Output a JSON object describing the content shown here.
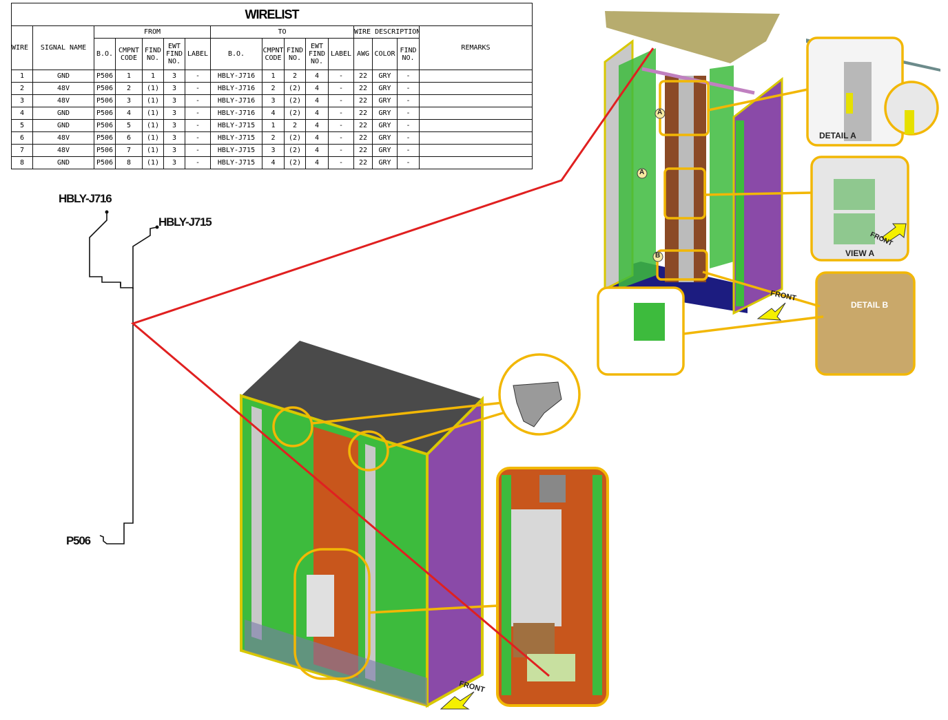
{
  "wirelist": {
    "title": "WIRELIST",
    "groups": {
      "from": "FROM",
      "to": "TO",
      "wire_description": "WIRE DESCRIPTION"
    },
    "headers": {
      "wire_no": "WIRE NO.",
      "signal_name": "SIGNAL NAME",
      "remarks": "REMARKS",
      "from_bo": "B.O.",
      "from_cmpnt_code": "CMPNT CODE",
      "from_find_no": "FIND NO.",
      "from_ewt_find_no": "EWT FIND NO.",
      "from_label": "LABEL",
      "to_bo": "B.O.",
      "to_cmpnt_code": "CMPNT CODE",
      "to_find_no": "FIND NO.",
      "to_ewt_find_no": "EWT FIND NO.",
      "to_label": "LABEL",
      "awg": "AWG",
      "color": "COLOR",
      "wd_find_no": "FIND NO."
    },
    "rows": [
      [
        "1",
        "GND",
        "P506",
        "1",
        "1",
        "3",
        "-",
        "HBLY-J716",
        "1",
        "2",
        "4",
        "-",
        "22",
        "GRY",
        "-",
        ""
      ],
      [
        "2",
        "48V",
        "P506",
        "2",
        "(1)",
        "3",
        "-",
        "HBLY-J716",
        "2",
        "(2)",
        "4",
        "-",
        "22",
        "GRY",
        "-",
        ""
      ],
      [
        "3",
        "48V",
        "P506",
        "3",
        "(1)",
        "3",
        "-",
        "HBLY-J716",
        "3",
        "(2)",
        "4",
        "-",
        "22",
        "GRY",
        "-",
        ""
      ],
      [
        "4",
        "GND",
        "P506",
        "4",
        "(1)",
        "3",
        "-",
        "HBLY-J716",
        "4",
        "(2)",
        "4",
        "-",
        "22",
        "GRY",
        "-",
        ""
      ],
      [
        "5",
        "GND",
        "P506",
        "5",
        "(1)",
        "3",
        "-",
        "HBLY-J715",
        "1",
        "2",
        "4",
        "-",
        "22",
        "GRY",
        "-",
        ""
      ],
      [
        "6",
        "48V",
        "P506",
        "6",
        "(1)",
        "3",
        "-",
        "HBLY-J715",
        "2",
        "(2)",
        "4",
        "-",
        "22",
        "GRY",
        "-",
        ""
      ],
      [
        "7",
        "48V",
        "P506",
        "7",
        "(1)",
        "3",
        "-",
        "HBLY-J715",
        "3",
        "(2)",
        "4",
        "-",
        "22",
        "GRY",
        "-",
        ""
      ],
      [
        "8",
        "GND",
        "P506",
        "8",
        "(1)",
        "3",
        "-",
        "HBLY-J715",
        "4",
        "(2)",
        "4",
        "-",
        "22",
        "GRY",
        "-",
        ""
      ]
    ]
  },
  "harness": {
    "connector_1": "HBLY-J716",
    "connector_2": "HBLY-J715",
    "connector_3": "P506"
  },
  "callouts": {
    "detail_a": "DETAIL A",
    "view_a": "VIEW A",
    "detail_b": "DETAIL B",
    "front": "FRONT",
    "marker_a": "A",
    "marker_b": "B"
  },
  "colors": {
    "leader_red": "#e02020",
    "callout_yellow": "#f2b705",
    "board_green": "#3dbb3d",
    "panel_orange": "#c8561c",
    "base_navy": "#1c1c80",
    "frame_purple": "#8a4aa8"
  }
}
